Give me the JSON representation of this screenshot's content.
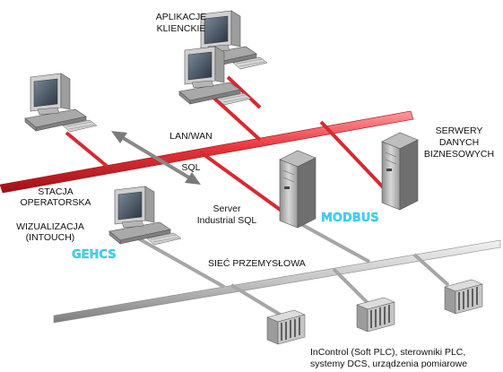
{
  "labels": {
    "client_apps": [
      "APLIKACJE",
      "KLIENCKIE"
    ],
    "lan_wan": "LAN/WAN",
    "sql": "SQL",
    "business_servers": [
      "SERWERY",
      "DANYCH",
      "BIZNESOWYCH"
    ],
    "operator_station": [
      "STACJA",
      "OPERATORSKA"
    ],
    "visualization": [
      "WIZUALIZACJA",
      "(INTOUCH)"
    ],
    "industrial_sql": [
      "Server",
      "Industrial SQL"
    ],
    "modbus": "MODBUS",
    "gehcs": "GEHCS",
    "industrial_network": "SIEĆ PRZEMYSŁOWA",
    "devices": [
      "InControl (Soft PLC), sterowniki PLC,",
      "systemy DCS, urządzenia pomiarowe"
    ]
  },
  "colors": {
    "lan_cable": "#e8343a",
    "industrial_cable": "#c9c9c9",
    "brand_text": "#3fd6f2",
    "equipment": "#c8c8c8"
  }
}
